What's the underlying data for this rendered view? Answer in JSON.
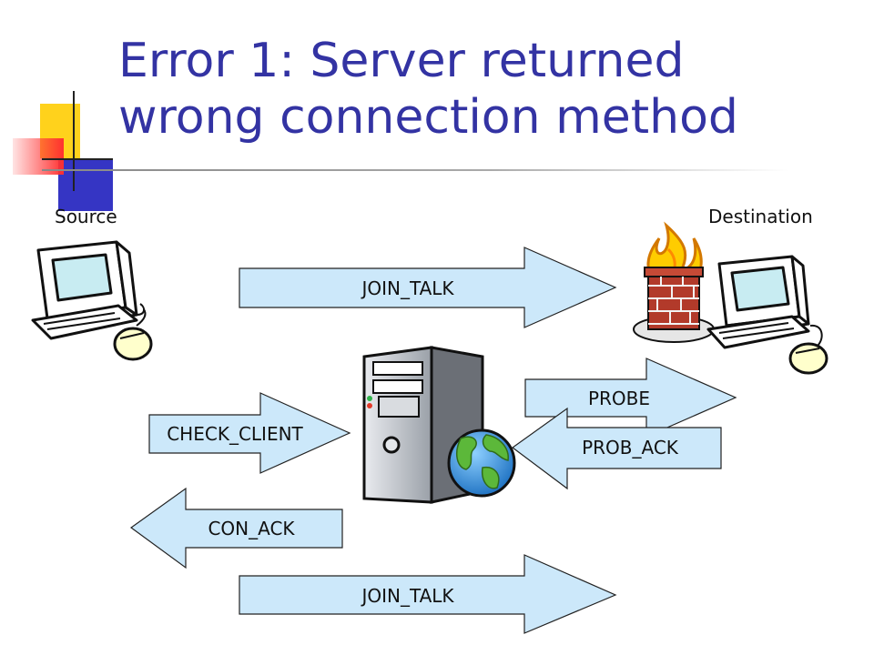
{
  "title_line1": "Error 1: Server returned",
  "title_line2": "wrong connection method",
  "labels": {
    "source": "Source",
    "destination": "Destination"
  },
  "arrows": {
    "join_talk_top": "JOIN_TALK",
    "probe": "PROBE",
    "check_client": "CHECK_CLIENT",
    "prob_ack": "PROB_ACK",
    "con_ack": "CON_ACK",
    "join_talk_bottom": "JOIN_TALK"
  },
  "colors": {
    "title": "#3333a3",
    "arrow_fill": "#cce8fa",
    "arrow_stroke": "#222222"
  }
}
